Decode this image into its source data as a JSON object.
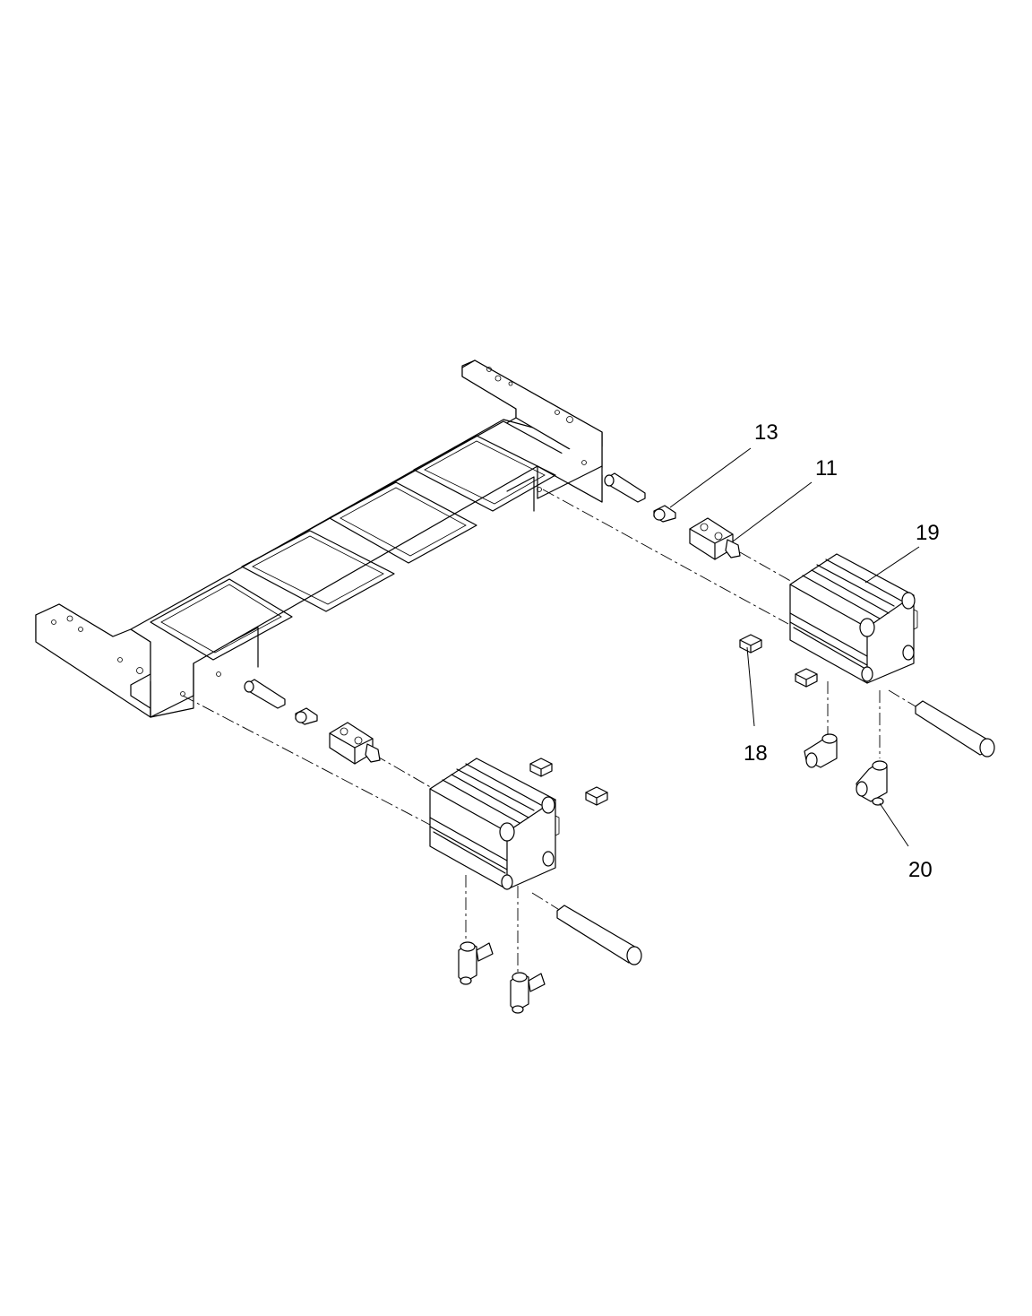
{
  "callouts": {
    "c13": "13",
    "c11": "11",
    "c19": "19",
    "c18": "18",
    "c20": "20"
  }
}
